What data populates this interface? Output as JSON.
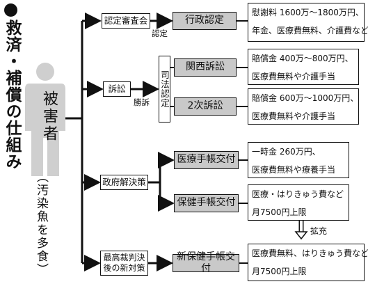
{
  "title": "救済・補償の仕組み",
  "victim": {
    "label": "被害者",
    "sub": "（汚染魚を多食）"
  },
  "branches": {
    "certification_board": "認定審査会",
    "certification_edge": "認定",
    "lawsuit": "訴訟",
    "win_edge": "勝訴",
    "judicial_certification": "司法認定",
    "government_settlement": "政府解決策",
    "supreme_court_measures": "最高裁判決後の新対策"
  },
  "outcomes": {
    "admin_cert": "行政認定",
    "kansai_suit": "関西訴訟",
    "second_suit": "2次訴訟",
    "medical_notebook": "医療手帳交付",
    "health_notebook": "保健手帳交付",
    "new_health_notebook": "新保健手帳交付"
  },
  "results": {
    "admin": [
      "慰謝料 1600万〜1800万円、",
      "年金、医療費無料、介護費など"
    ],
    "kansai": [
      "賠償金 400万〜800万円、",
      "医療費無料や介護手当"
    ],
    "second": [
      "賠償金 600万〜1000万円、",
      "医療費無料や介護手当"
    ],
    "medical": [
      "一時金 260万円、",
      "医療費無料や療養手当"
    ],
    "health": [
      "医療・はりきゅう費など",
      "月7500円上限"
    ],
    "new_health": [
      "医療費無料、はりきゅう費など",
      "月7500円上限"
    ]
  },
  "expansion": "拡充"
}
